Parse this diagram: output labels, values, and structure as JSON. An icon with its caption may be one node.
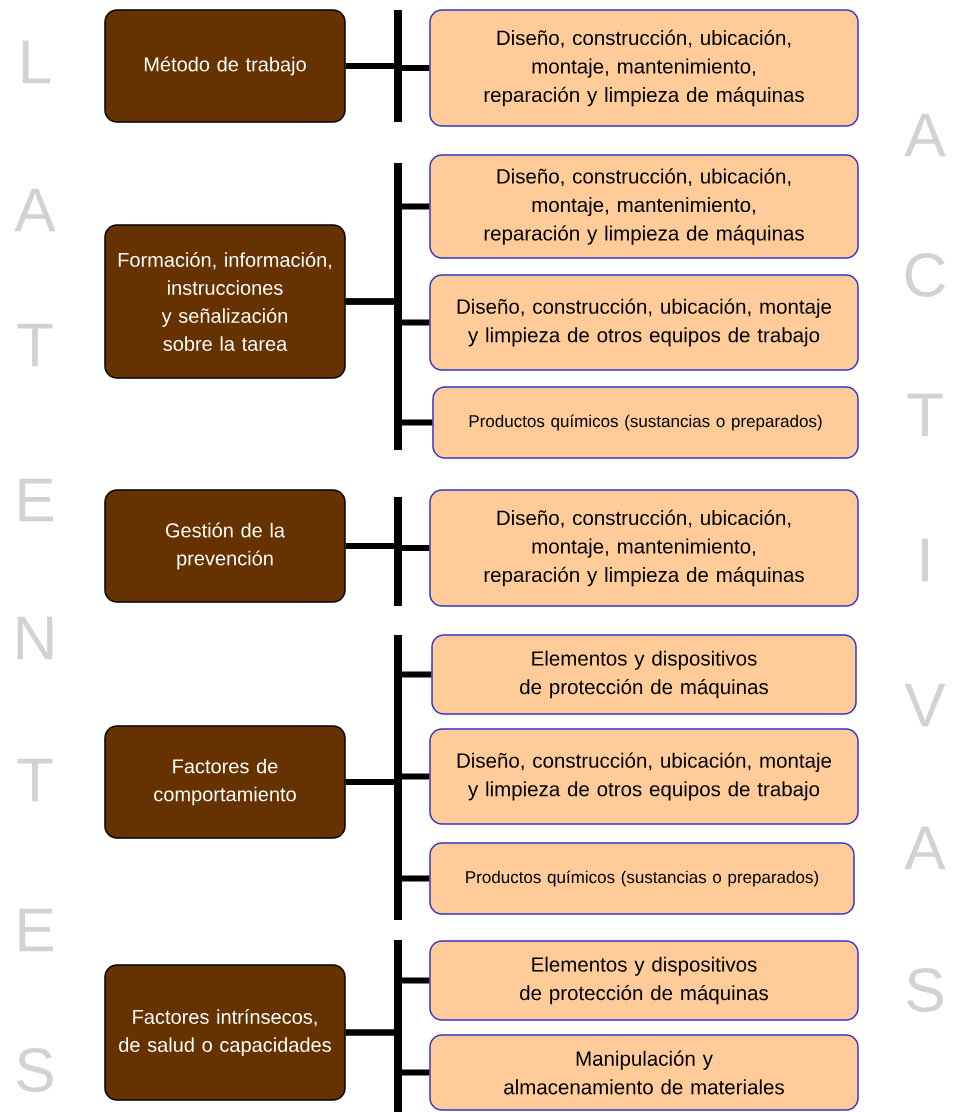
{
  "diagram": {
    "nodes": [
      {
        "text": [
          "Método de trabajo"
        ]
      },
      {
        "text": [
          "Diseño, construcción, ubicación, montaje, mantenimiento, reparación y limpieza de máquinas"
        ]
      },
      {
        "text": [
          "Formación, información, instrucciones y señalización sobre la tarea"
        ]
      },
      {
        "text": [
          "Diseño, construcción, ubicación, montaje, mantenimiento, reparación y limpieza de máquinas"
        ]
      },
      {
        "text": [
          "Diseño, construcción, ubicación, montaje y limpieza de otros equipos de trabajo"
        ]
      },
      {
        "text": [
          "Productos químicos (sustancias o preparados)"
        ]
      },
      {
        "text": [
          "Gestión de la prevención"
        ]
      },
      {
        "text": [
          "Diseño, construcción, ubicación, montaje, mantenimiento, reparación y limpieza de máquinas"
        ]
      },
      {
        "text": [
          "Factores de comportamiento"
        ]
      },
      {
        "text": [
          "Elementos y dispositivos de protección de máquinas"
        ]
      },
      {
        "text": [
          "Diseño, construcción, ubicación, montaje y limpieza de otros equipos de trabajo"
        ]
      },
      {
        "text": [
          "Productos químicos (sustancias o preparados)"
        ]
      },
      {
        "text": [
          "Factores intrínsecos, de salud o capacidades"
        ]
      },
      {
        "text": [
          "Elementos y dispositivos de protección de máquinas"
        ]
      },
      {
        "text": [
          "Manipulación y almacenamiento de materiales"
        ]
      }
    ],
    "edges": [
      {
        "from": 0,
        "to": 1,
        "arrow": "none"
      },
      {
        "from": 2,
        "to": 3,
        "arrow": "none"
      },
      {
        "from": 2,
        "to": 4,
        "arrow": "none"
      },
      {
        "from": 2,
        "to": 5,
        "arrow": "none"
      },
      {
        "from": 6,
        "to": 7,
        "arrow": "none"
      },
      {
        "from": 8,
        "to": 9,
        "arrow": "none"
      },
      {
        "from": 8,
        "to": 10,
        "arrow": "none"
      },
      {
        "from": 8,
        "to": 11,
        "arrow": "none"
      },
      {
        "from": 12,
        "to": 13,
        "arrow": "none"
      },
      {
        "from": 12,
        "to": 14,
        "arrow": "none"
      }
    ],
    "labels": [
      "L",
      "A",
      "A",
      "C",
      "T",
      "T",
      "E",
      "I",
      "N",
      "V",
      "T",
      "A",
      "E",
      "S",
      "S"
    ]
  }
}
